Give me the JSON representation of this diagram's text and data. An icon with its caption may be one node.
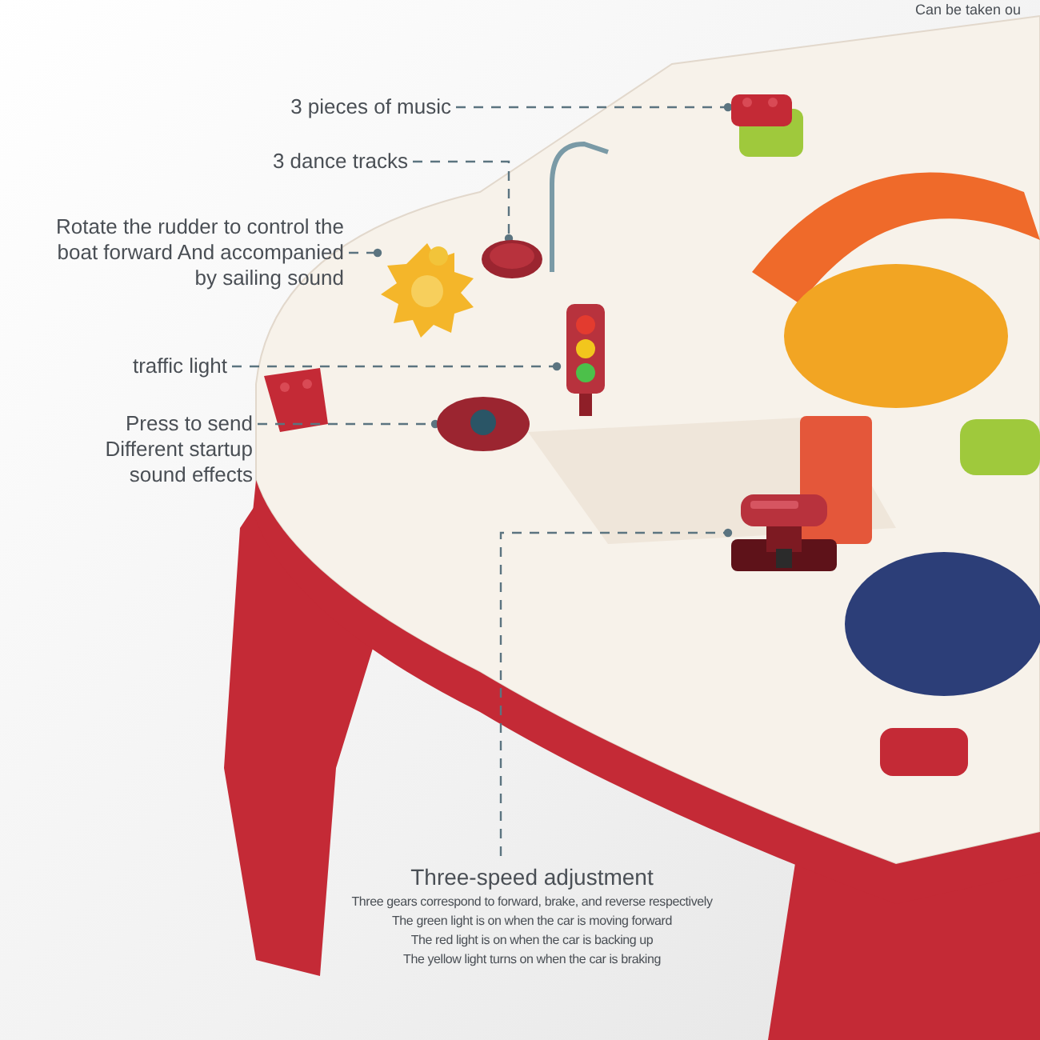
{
  "diagram": {
    "nodes": [
      {
        "text": [
          "3 pieces of music"
        ]
      },
      {
        "text": [],
        "shape": "picture"
      },
      {
        "text": [
          "3 dance tracks"
        ]
      },
      {
        "text": [],
        "shape": "picture"
      },
      {
        "text": [
          "Rotate the rudder to control the boat forward And accompanied by sailing sound"
        ]
      },
      {
        "text": [],
        "shape": "picture"
      },
      {
        "text": [
          "traffic light"
        ]
      },
      {
        "text": [],
        "shape": "picture"
      },
      {
        "text": [
          "Press to send Different startup sound effects"
        ]
      },
      {
        "text": [],
        "shape": "picture"
      },
      {
        "text": [
          "Three-speed adjustment",
          "Three gears correspond to forward, brake, and reverse respectively",
          "The green light is on when the car is moving forward",
          "The red light is on when the car is backing up",
          "The yellow light turns on when the car is braking"
        ]
      },
      {
        "text": [],
        "shape": "picture"
      }
    ],
    "edges": [
      {
        "from": 0,
        "to": 1,
        "arrow": "other",
        "style": "dashed"
      },
      {
        "from": 2,
        "to": 3,
        "arrow": "other",
        "style": "dashed"
      },
      {
        "from": 4,
        "to": 5,
        "arrow": "other",
        "style": "dashed"
      },
      {
        "from": 6,
        "to": 7,
        "arrow": "other",
        "style": "dashed"
      },
      {
        "from": 8,
        "to": 9,
        "arrow": "other",
        "style": "dashed"
      },
      {
        "from": 10,
        "to": 11,
        "arrow": "other",
        "style": "dashed"
      }
    ],
    "labels": [
      "Can be taken ou"
    ]
  }
}
